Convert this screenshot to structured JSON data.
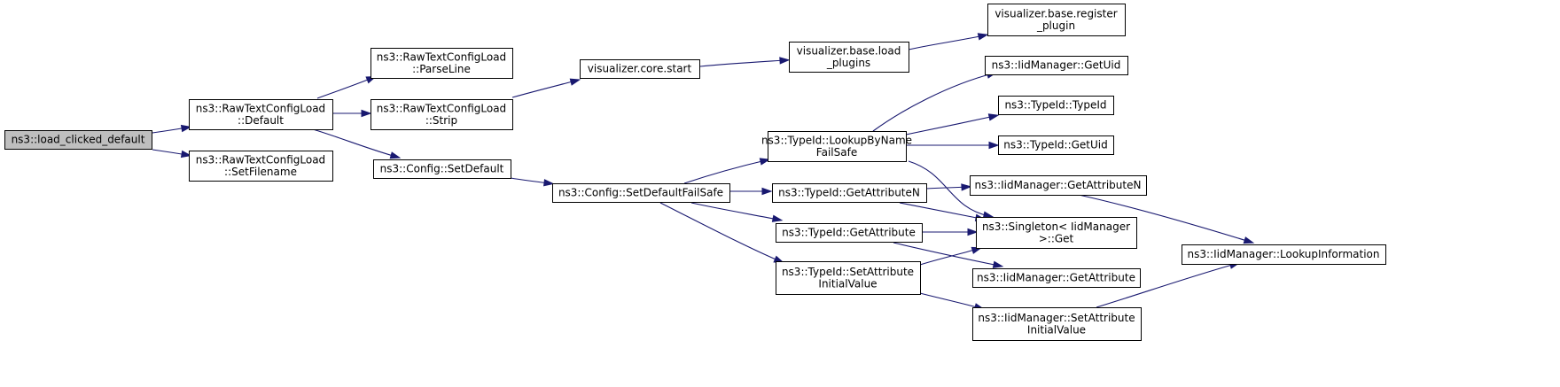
{
  "graph": {
    "nodes": [
      {
        "id": "load_clicked_default",
        "lines": [
          "ns3::load_clicked_default"
        ],
        "root": true
      },
      {
        "id": "rtcl_default",
        "lines": [
          "ns3::RawTextConfigLoad",
          "::Default"
        ]
      },
      {
        "id": "rtcl_setfilename",
        "lines": [
          "ns3::RawTextConfigLoad",
          "::SetFilename"
        ]
      },
      {
        "id": "rtcl_parseline",
        "lines": [
          "ns3::RawTextConfigLoad",
          "::ParseLine"
        ]
      },
      {
        "id": "rtcl_strip",
        "lines": [
          "ns3::RawTextConfigLoad",
          "::Strip"
        ]
      },
      {
        "id": "config_setdefault",
        "lines": [
          "ns3::Config::SetDefault"
        ]
      },
      {
        "id": "viz_core_start",
        "lines": [
          "visualizer.core.start"
        ]
      },
      {
        "id": "viz_base_load_plugins",
        "lines": [
          "visualizer.base.load",
          "_plugins"
        ]
      },
      {
        "id": "viz_base_register_plugin",
        "lines": [
          "visualizer.base.register",
          "_plugin"
        ]
      },
      {
        "id": "config_setdefaultfailsafe",
        "lines": [
          "ns3::Config::SetDefaultFailSafe"
        ]
      },
      {
        "id": "typeid_lookupbyname",
        "lines": [
          "ns3::TypeId::LookupByName",
          "FailSafe"
        ]
      },
      {
        "id": "typeid_getattributen",
        "lines": [
          "ns3::TypeId::GetAttributeN"
        ]
      },
      {
        "id": "typeid_getattribute",
        "lines": [
          "ns3::TypeId::GetAttribute"
        ]
      },
      {
        "id": "typeid_setattrinit",
        "lines": [
          "ns3::TypeId::SetAttribute",
          "InitialValue"
        ]
      },
      {
        "id": "iid_getuid",
        "lines": [
          "ns3::IidManager::GetUid"
        ]
      },
      {
        "id": "typeid_typeid",
        "lines": [
          "ns3::TypeId::TypeId"
        ]
      },
      {
        "id": "typeid_getuid",
        "lines": [
          "ns3::TypeId::GetUid"
        ]
      },
      {
        "id": "iid_getattributen",
        "lines": [
          "ns3::IidManager::GetAttributeN"
        ]
      },
      {
        "id": "singleton_get",
        "lines": [
          "ns3::Singleton< IidManager",
          ">::Get"
        ]
      },
      {
        "id": "iid_getattribute",
        "lines": [
          "ns3::IidManager::GetAttribute"
        ]
      },
      {
        "id": "iid_setattrinit",
        "lines": [
          "ns3::IidManager::SetAttribute",
          "InitialValue"
        ]
      },
      {
        "id": "iid_lookupinfo",
        "lines": [
          "ns3::IidManager::LookupInformation"
        ]
      }
    ],
    "edges": [
      {
        "from": "load_clicked_default",
        "to": "rtcl_default"
      },
      {
        "from": "load_clicked_default",
        "to": "rtcl_setfilename"
      },
      {
        "from": "rtcl_default",
        "to": "rtcl_parseline"
      },
      {
        "from": "rtcl_default",
        "to": "rtcl_strip"
      },
      {
        "from": "rtcl_default",
        "to": "config_setdefault"
      },
      {
        "from": "rtcl_strip",
        "to": "viz_core_start"
      },
      {
        "from": "viz_core_start",
        "to": "viz_base_load_plugins"
      },
      {
        "from": "viz_base_load_plugins",
        "to": "viz_base_register_plugin"
      },
      {
        "from": "config_setdefault",
        "to": "config_setdefaultfailsafe"
      },
      {
        "from": "config_setdefaultfailsafe",
        "to": "typeid_lookupbyname"
      },
      {
        "from": "config_setdefaultfailsafe",
        "to": "typeid_getattributen"
      },
      {
        "from": "config_setdefaultfailsafe",
        "to": "typeid_getattribute"
      },
      {
        "from": "config_setdefaultfailsafe",
        "to": "typeid_setattrinit"
      },
      {
        "from": "typeid_lookupbyname",
        "to": "iid_getuid"
      },
      {
        "from": "typeid_lookupbyname",
        "to": "typeid_typeid"
      },
      {
        "from": "typeid_lookupbyname",
        "to": "typeid_getuid"
      },
      {
        "from": "typeid_lookupbyname",
        "to": "singleton_get"
      },
      {
        "from": "typeid_getattributen",
        "to": "iid_getattributen"
      },
      {
        "from": "typeid_getattributen",
        "to": "singleton_get"
      },
      {
        "from": "typeid_getattribute",
        "to": "singleton_get"
      },
      {
        "from": "typeid_getattribute",
        "to": "iid_getattribute"
      },
      {
        "from": "typeid_setattrinit",
        "to": "singleton_get"
      },
      {
        "from": "typeid_setattrinit",
        "to": "iid_setattrinit"
      },
      {
        "from": "iid_getattributen",
        "to": "iid_lookupinfo"
      },
      {
        "from": "iid_setattrinit",
        "to": "iid_lookupinfo"
      }
    ]
  },
  "colors": {
    "edge": "#191970",
    "root_fill": "#bfbfbf",
    "node_fill": "#ffffff",
    "node_stroke": "#000000"
  }
}
